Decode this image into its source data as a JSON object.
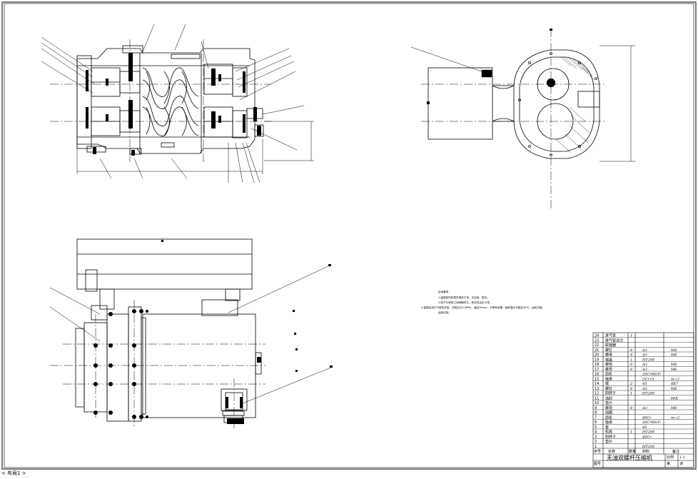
{
  "drawing": {
    "title": "无油双螺杆压缩机",
    "notes_heading": "技术要求",
    "notes": [
      "1.装配前所有零件清洗干净，去毛刺、锐边。",
      "2.转子与壳体之间间隙均匀，转动灵活无卡滞。",
      "3.装配后进行气密性试验，试验压力0.5MPa，保压30min，不得有泄漏，轴承温升不超过40℃，运转平稳。",
      "运转试验。"
    ],
    "status_text": "< 布局1 >"
  },
  "bom": {
    "rows": [
      {
        "no": "24",
        "name": "进气管",
        "qty": "1",
        "material": "",
        "note": ""
      },
      {
        "no": "23",
        "name": "排气管法兰",
        "qty": "",
        "material": "",
        "note": ""
      },
      {
        "no": "22",
        "name": "联轴器",
        "qty": "",
        "material": "",
        "note": ""
      },
      {
        "no": "21",
        "name": "螺钉",
        "qty": "8",
        "material": "A3",
        "note": "M8"
      },
      {
        "no": "20",
        "name": "螺母",
        "qty": "8",
        "material": "A3",
        "note": "M8"
      },
      {
        "no": "19",
        "name": "端盖",
        "qty": "1",
        "material": "HT200",
        "note": ""
      },
      {
        "no": "18",
        "name": "螺栓",
        "qty": "6",
        "material": "A3",
        "note": "M6"
      },
      {
        "no": "17",
        "name": "螺母",
        "qty": "6",
        "material": "A3",
        "note": "M6"
      },
      {
        "no": "16",
        "name": "齿轮",
        "qty": "",
        "material": "20CrMnTi",
        "note": ""
      },
      {
        "no": "15",
        "name": "轴承",
        "qty": "",
        "material": "GCr15",
        "note": "m=2"
      },
      {
        "no": "14",
        "name": "键",
        "qty": "2",
        "material": "45",
        "note": "8X7"
      },
      {
        "no": "13",
        "name": "螺钉",
        "qty": "8",
        "material": "A3",
        "note": "M8"
      },
      {
        "no": "12",
        "name": "阴转子",
        "qty": "1",
        "material": "HT200",
        "note": ""
      },
      {
        "no": "11",
        "name": "油封",
        "qty": "",
        "material": "",
        "note": "68X"
      },
      {
        "no": "10",
        "name": "垫片",
        "qty": "",
        "material": "",
        "note": ""
      },
      {
        "no": "9",
        "name": "螺母",
        "qty": "8",
        "material": "A3",
        "note": "M6"
      },
      {
        "no": "8",
        "name": "挡圈",
        "qty": "",
        "material": "",
        "note": ""
      },
      {
        "no": "7",
        "name": "齿轮",
        "qty": "",
        "material": "40Cr",
        "note": "m=2"
      },
      {
        "no": "6",
        "name": "轴承",
        "qty": "",
        "material": "20CrMnTi",
        "note": ""
      },
      {
        "no": "5",
        "name": "套",
        "qty": "",
        "material": "45",
        "note": ""
      },
      {
        "no": "4",
        "name": "机壳",
        "qty": "1",
        "material": "HT200",
        "note": ""
      },
      {
        "no": "3",
        "name": "阳转子",
        "qty": "",
        "material": "40Cr",
        "note": ""
      },
      {
        "no": "2",
        "name": "垫片",
        "qty": "",
        "material": "",
        "note": ""
      },
      {
        "no": "1",
        "name": "",
        "qty": "",
        "material": "HT200",
        "note": ""
      }
    ],
    "header": {
      "no": "序号",
      "name": "名称",
      "qty": "数量",
      "material": "材料",
      "note": "备注"
    },
    "scale_label": "比例",
    "scale_value": "1:1",
    "sheet_label": "第",
    "sheet_value": "张",
    "drawing_no": "图号"
  }
}
